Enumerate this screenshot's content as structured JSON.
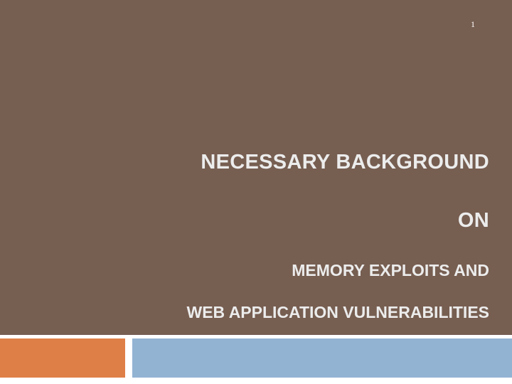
{
  "slide": {
    "page_number": "1",
    "title_line1": "NECESSARY BACKGROUND",
    "title_line2": "ON",
    "subtitle_line1": "MEMORY EXPLOITS AND",
    "subtitle_line2": "WEB APPLICATION VULNERABILITIES"
  },
  "colors": {
    "panel": "#765e51",
    "text": "#ececec",
    "accent_orange": "#df7f48",
    "accent_blue": "#93b3d3"
  }
}
